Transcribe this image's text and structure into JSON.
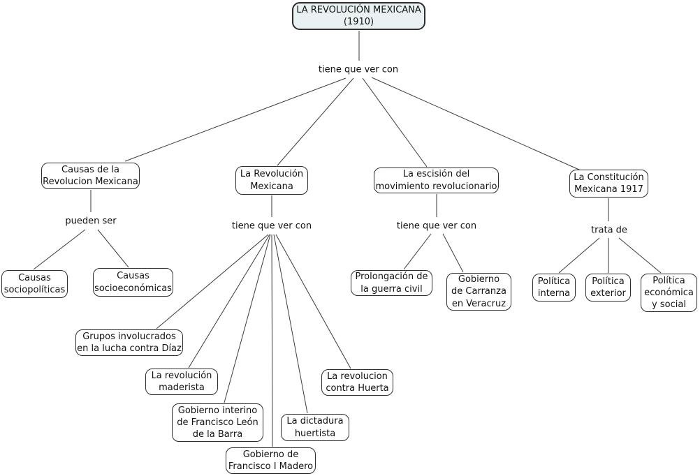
{
  "colors": {
    "root_fill": "#eaf1f2",
    "node_fill": "#ffffff",
    "border": "#2d2d2d",
    "line": "#3a3a3a",
    "text": "#111111"
  },
  "nodes": {
    "root": {
      "label": "LA REVOLUCIÓN MEXICANA\n(1910)"
    },
    "causas": {
      "label": "Causas de la\nRevolucion Mexicana"
    },
    "revolucion": {
      "label": "La Revolución\nMexicana"
    },
    "escision": {
      "label": "La escisión del\nmovimiento revolucionario"
    },
    "constitucion": {
      "label": "La Constitución\nMexicana 1917"
    },
    "sociopoliticas": {
      "label": "Causas\nsociopolíticas"
    },
    "socioeconomicas": {
      "label": "Causas\nsocioeconómicas"
    },
    "grupos": {
      "label": "Grupos involucrados\nen la lucha contra Díaz"
    },
    "maderista": {
      "label": "La revolución\nmaderista"
    },
    "interino": {
      "label": "Gobierno interino\nde Francisco León\nde la Barra"
    },
    "madero": {
      "label": "Gobierno de\nFrancisco I Madero"
    },
    "dictadura": {
      "label": "La dictadura\nhuertista"
    },
    "contrahuerta": {
      "label": "La revolucion\ncontra Huerta"
    },
    "prolongacion": {
      "label": "Prolongación de\nla guerra civil"
    },
    "carranza": {
      "label": "Gobierno\nde Carranza\nen Veracruz"
    },
    "interna": {
      "label": "Política\ninterna"
    },
    "exterior": {
      "label": "Política\nexterior"
    },
    "economica": {
      "label": "Política\neconómica\ny social"
    }
  },
  "link_labels": {
    "root": "tiene que ver con",
    "causas": "pueden ser",
    "revolucion": "tiene que ver con",
    "escision": "tiene que ver con",
    "constitucion": "trata de"
  }
}
